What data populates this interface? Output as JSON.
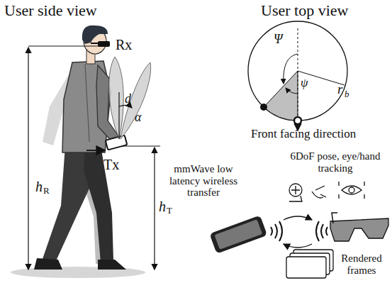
{
  "diagram": {
    "labels": [
      "User side view",
      "Rx",
      "d",
      "α",
      "Tx",
      "h",
      "R",
      "h",
      "T",
      "User top view",
      "Ψ",
      "ψ",
      "r",
      "b",
      "Front facing direction",
      "mmWave low latency wireless transfer",
      "6DoF pose, eye/hand tracking",
      "Rendered frames"
    ]
  }
}
